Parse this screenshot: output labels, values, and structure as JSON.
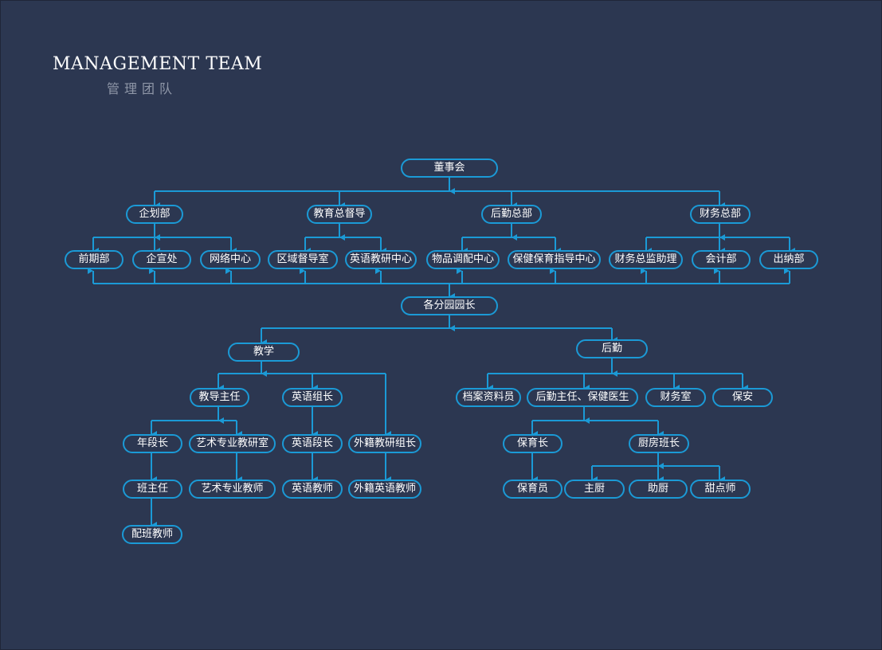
{
  "header": {
    "title": "MANAGEMENT TEAM",
    "subtitle": "管理团队"
  },
  "colors": {
    "background": "#2c3751",
    "line": "#1b9ad6",
    "text": "#ffffff"
  },
  "nodes": {
    "board": "董事会",
    "planning": "企划部",
    "edu_supervision": "教育总督导",
    "logistics_hq": "后勤总部",
    "finance_hq": "财务总部",
    "early_stage": "前期部",
    "publicity": "企宣处",
    "network": "网络中心",
    "regional_supervision": "区域督导室",
    "english_research": "英语教研中心",
    "goods_allocation": "物品调配中心",
    "health_guidance": "保健保育指导中心",
    "finance_director_asst": "财务总监助理",
    "accounting": "会计部",
    "cashier": "出纳部",
    "branch_principals": "各分园园长",
    "teaching": "教学",
    "logistics": "后勤",
    "academic_director": "教导主任",
    "english_lead": "英语组长",
    "foreign_research_lead": "外籍教研组长",
    "grade_lead": "年段长",
    "arts_research": "艺术专业教研室",
    "english_grade_lead": "英语段长",
    "class_teacher": "班主任",
    "arts_teacher": "艺术专业教师",
    "english_teacher": "英语教师",
    "foreign_english_teacher": "外籍英语教师",
    "assistant_teacher": "配班教师",
    "archives": "档案资料员",
    "logistics_director": "后勤主任、保健医生",
    "finance_office": "财务室",
    "security": "保安",
    "childcare_lead": "保育长",
    "kitchen_lead": "厨房班长",
    "childcare_worker": "保育员",
    "head_chef": "主厨",
    "assistant_chef": "助厨",
    "pastry_chef": "甜点师"
  }
}
